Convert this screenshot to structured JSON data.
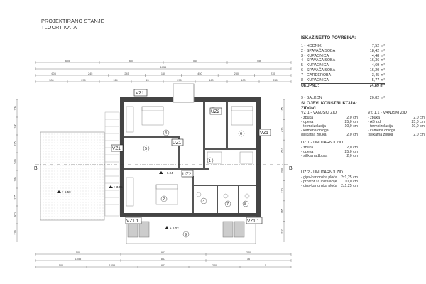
{
  "title": {
    "line1": "PROJEKTIRANO STANJE",
    "line2": "TLOCRT KATA"
  },
  "area_table": {
    "header": "ISKAZ NETTO POVRŠINA:",
    "rows": [
      {
        "label": "1 - HODNIK",
        "value": "7,52 m²"
      },
      {
        "label": "2 - SPAVAĆA SOBA",
        "value": "18,42 m²"
      },
      {
        "label": "3 - KUPAONICA",
        "value": "4,48 m²"
      },
      {
        "label": "4 - SPAVAĆA SOBA",
        "value": "16,36 m²"
      },
      {
        "label": "5 - KUPAONICA",
        "value": "4,69 m²"
      },
      {
        "label": "6 - SPAVAĆA SOBA",
        "value": "16,20 m²"
      },
      {
        "label": "7 - GARDEROBA",
        "value": "3,45 m²"
      },
      {
        "label": "8 - KUPAONICA",
        "value": "5,77 m²"
      }
    ],
    "total": {
      "label": "UKUPNO:",
      "value": "74,89 m²"
    },
    "balcony": {
      "label": "9 - BALKON",
      "value": "20,82 m²"
    }
  },
  "layers": {
    "header1": "SLOJEVI KONSTRUKCIJA:",
    "header2": "ZIDOVI",
    "blocks": [
      {
        "title": "VZ 1 - VANJSKI ZID",
        "rows": [
          {
            "label": "- žbuka",
            "value": "2,0 cm"
          },
          {
            "label": "- opeka",
            "value": "25,0 cm"
          },
          {
            "label": "- termoizolacija",
            "value": "10,0 cm"
          },
          {
            "label": "- kamena obloga",
            "value": ""
          },
          {
            "label": " /silikatna žbuka",
            "value": "2,0 cm"
          }
        ]
      },
      {
        "title": "VZ 1.1 - VANJSKI ZID",
        "rows": [
          {
            "label": "- žbuka",
            "value": "2,0 cm"
          },
          {
            "label": "- AB zid",
            "value": "25,0 cm"
          },
          {
            "label": "- termoizolacija",
            "value": "10,0 cm"
          },
          {
            "label": "- kamena obloga",
            "value": ""
          },
          {
            "label": " /silikatna žbuka",
            "value": "2,0 cm"
          }
        ]
      },
      {
        "title": "UZ 1 - UNUTARNJI ZID",
        "rows": [
          {
            "label": "- žbuka",
            "value": "2,0 cm"
          },
          {
            "label": "- opeka",
            "value": "25,0 cm"
          },
          {
            "label": "- silikatna žbuka",
            "value": "2,0 cm"
          }
        ]
      },
      {
        "title": "UZ 2 - UNUTARNJI ZID",
        "rows": [
          {
            "label": "- gips-kartonska ploča",
            "value": "2x1,25 cm"
          },
          {
            "label": "- prostor za instalacije",
            "value": "10,0 cm"
          },
          {
            "label": "- gips-kartonska ploča",
            "value": "2x1,25 cm"
          }
        ]
      }
    ]
  },
  "plan": {
    "wall_tags": [
      "VZ1",
      "VZ1",
      "VZ1",
      "UZ1",
      "UZ2",
      "UZ2",
      "VZ1.1",
      "VZ1.1"
    ],
    "section_marks": [
      "B",
      "B"
    ],
    "room_numbers": [
      "1",
      "2",
      "3",
      "4",
      "5",
      "6",
      "7",
      "8",
      "9"
    ],
    "level_marks": [
      "+ 6.50",
      "+ 6.04",
      "+ 3.05",
      "+ 6.02"
    ],
    "top_dims_row1": [
      "605",
      "605",
      "565",
      "456"
    ],
    "top_dims_row2": [
      "1055"
    ],
    "top_dims_row3": [
      "605",
      "245",
      "245",
      "160",
      "450",
      "230",
      "235"
    ],
    "top_dims_row4": [
      "500",
      "295",
      "124",
      "15",
      "295",
      "160",
      "100",
      "235"
    ],
    "bottom_dims_row1": [
      "500",
      "907",
      "240"
    ],
    "bottom_dims_row2": [
      "1055",
      "867",
      "16"
    ],
    "bottom_dims_row3": [
      "500",
      "1055",
      "847",
      "240",
      "5"
    ],
    "left_dims": [
      "105",
      "180",
      "235",
      "520",
      "195",
      "275",
      "300",
      "220"
    ],
    "right_dims": [
      "165",
      "470",
      "610",
      "200",
      "210",
      "265",
      "220"
    ]
  }
}
